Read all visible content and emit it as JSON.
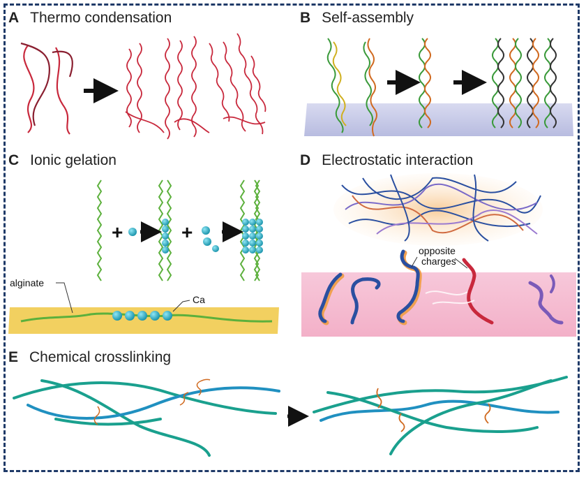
{
  "panels": {
    "a": {
      "letter": "A",
      "title": "Thermo condensation"
    },
    "b": {
      "letter": "B",
      "title": "Self-assembly"
    },
    "c": {
      "letter": "C",
      "title": "Ionic gelation",
      "label_alginate": "alginate",
      "label_ca": "Ca"
    },
    "d": {
      "letter": "D",
      "title": "Electrostatic interaction",
      "label_charges_1": "opposite",
      "label_charges_2": "charges"
    },
    "e": {
      "letter": "E",
      "title": "Chemical crosslinking"
    }
  },
  "colors": {
    "frame": "#1f3a68",
    "collagen_red": "#c8283c",
    "helix_green": "#3a9a3a",
    "alginate_green": "#5cb03c",
    "ca_ion": "#1aa0b8",
    "gel_yellow": "#f2d060",
    "chitosan_blue": "#2a4fa0",
    "crosslink_orange": "#d06a20",
    "fiber_teal": "#1aa08e"
  }
}
